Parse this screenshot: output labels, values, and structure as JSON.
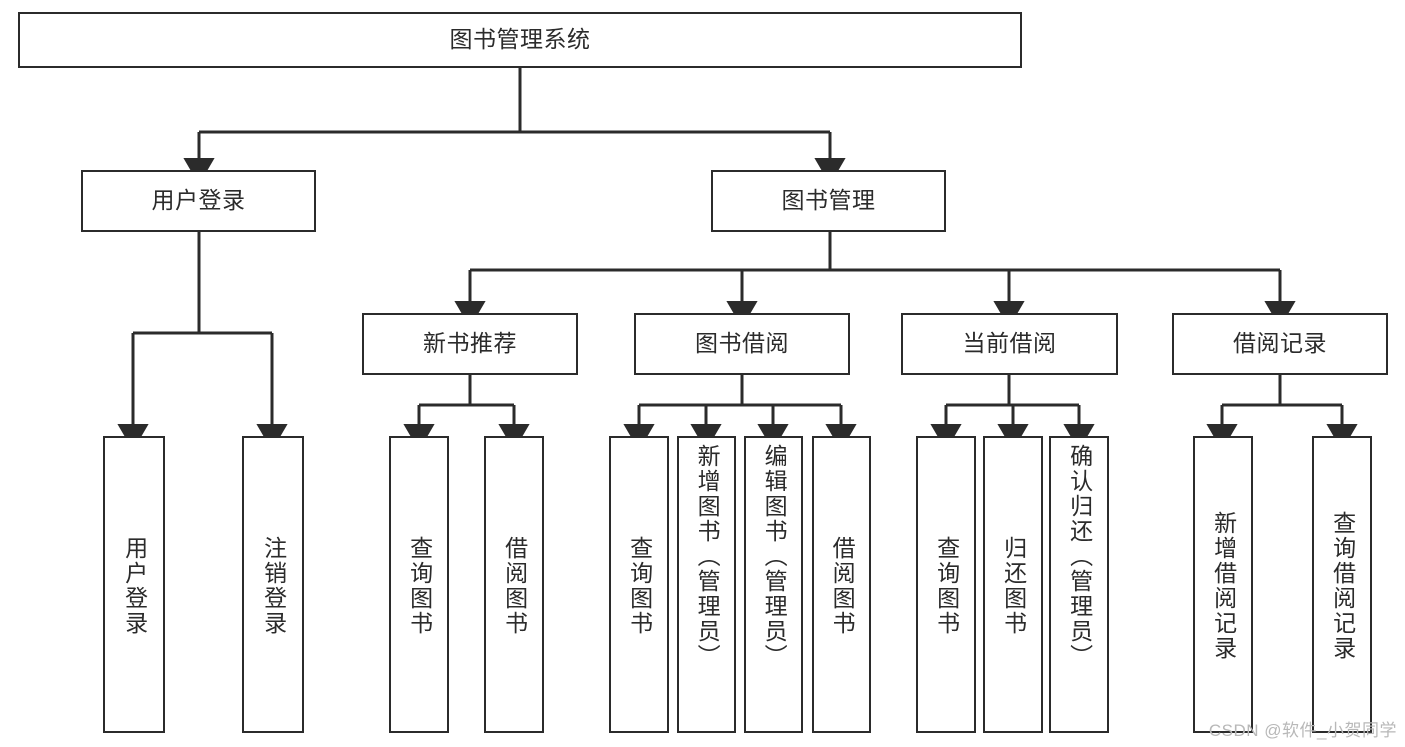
{
  "diagram": {
    "title": "图书管理系统",
    "watermark": "CSDN @软件_小贺同学",
    "colors": {
      "stroke": "#2b2b2b",
      "fill": "#ffffff",
      "text": "#2b2b2b",
      "watermark": "#b8b8b8"
    },
    "root": {
      "label": "图书管理系统"
    },
    "level2": [
      {
        "label": "用户登录"
      },
      {
        "label": "图书管理"
      }
    ],
    "level3": [
      {
        "label": "新书推荐"
      },
      {
        "label": "图书借阅"
      },
      {
        "label": "当前借阅"
      },
      {
        "label": "借阅记录"
      }
    ],
    "leaves": {
      "user_login": [
        {
          "label": "用户登录"
        },
        {
          "label": "注销登录"
        }
      ],
      "new_book": [
        {
          "label": "查询图书"
        },
        {
          "label": "借阅图书"
        }
      ],
      "borrow_book": [
        {
          "label": "查询图书"
        },
        {
          "label": "新增图书（管理员）"
        },
        {
          "label": "编辑图书（管理员）"
        },
        {
          "label": "借阅图书"
        }
      ],
      "current_borrow": [
        {
          "label": "查询图书"
        },
        {
          "label": "归还图书"
        },
        {
          "label": "确认归还（管理员）"
        }
      ],
      "borrow_record": [
        {
          "label": "新增借阅记录"
        },
        {
          "label": "查询借阅记录"
        }
      ]
    }
  }
}
